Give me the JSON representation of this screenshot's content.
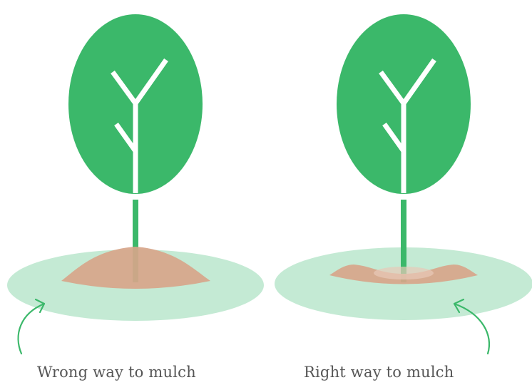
{
  "panels": [
    {
      "caption": "Wrong way to mulch",
      "mulch_shape": "volcano-mound"
    },
    {
      "caption": "Right way to mulch",
      "mulch_shape": "donut-ring"
    }
  ],
  "colors": {
    "canopy": "#3bb86a",
    "trunk": "#3bb86a",
    "branches": "#ffffff",
    "ground": "#c4ead4",
    "mulch": "#d7a58a",
    "arrow": "#3bb86a",
    "caption_text": "#555555"
  }
}
